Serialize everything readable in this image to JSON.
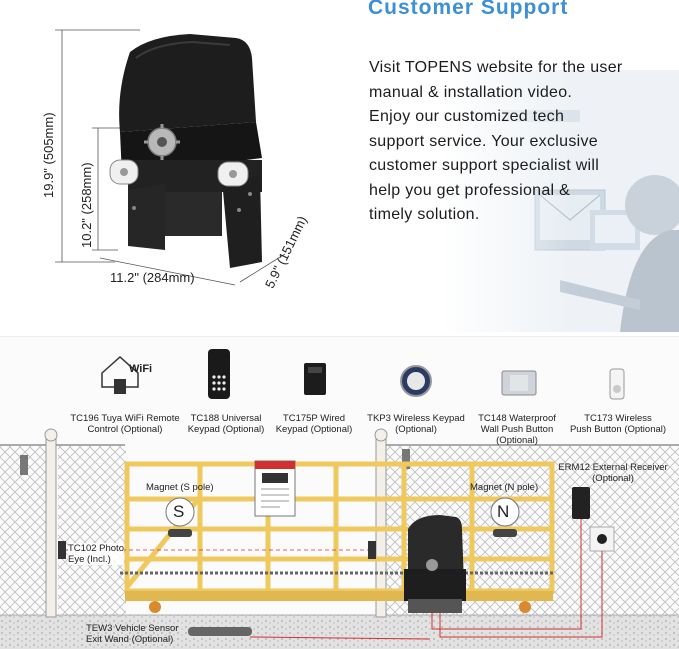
{
  "support": {
    "title": "Customer  Support",
    "lines": [
      "Visit TOPENS website for the user",
      "manual & installation video.",
      "Enjoy our customized tech",
      "support service. Your exclusive",
      "customer support specialist will",
      "help you get professional &",
      "timely solution."
    ]
  },
  "dimensions": {
    "height": "19.9\" (505mm)",
    "mid_height": "10.2\" (258mm)",
    "width": "11.2\" (284mm)",
    "depth": "5.9\" (151mm)"
  },
  "accessories": [
    {
      "line1": "TC196 Tuya WiFi Remote",
      "line2": "Control (Optional)",
      "icon": "wifi-home-icon",
      "badge": "WiFi"
    },
    {
      "line1": "TC188 Universal",
      "line2": "Keypad (Optional)",
      "icon": "keypad-icon"
    },
    {
      "line1": "TC175P Wired",
      "line2": "Keypad (Optional)",
      "icon": "wired-keypad-icon"
    },
    {
      "line1": "TKP3 Wireless Keypad",
      "line2": "(Optional)",
      "icon": "round-keypad-icon"
    },
    {
      "line1": "TC148 Waterproof",
      "line2": "Wall Push Button",
      "line3": "(Optional)",
      "icon": "push-button-icon"
    },
    {
      "line1": "TC173 Wireless",
      "line2": "Push Button (Optional)",
      "icon": "wireless-button-icon"
    }
  ],
  "scene": {
    "magnet_s": {
      "label": "Magnet (S pole)",
      "letter": "S"
    },
    "magnet_n": {
      "label": "Magnet (N pole)",
      "letter": "N"
    },
    "receiver": {
      "line1": "ERM12 External Receiver",
      "line2": "(Optional)"
    },
    "photo_eye": {
      "line1": "TC102 Photo",
      "line2": "Eye (Incl.)"
    },
    "sensor": {
      "line1": "TEW3 Vehicle Sensor",
      "line2": "Exit Wand (Optional)"
    }
  },
  "colors": {
    "accent": "#3d8fd8",
    "gate": "#f4d47a",
    "opener": "#1e1e1e",
    "wire": "#d23030"
  }
}
